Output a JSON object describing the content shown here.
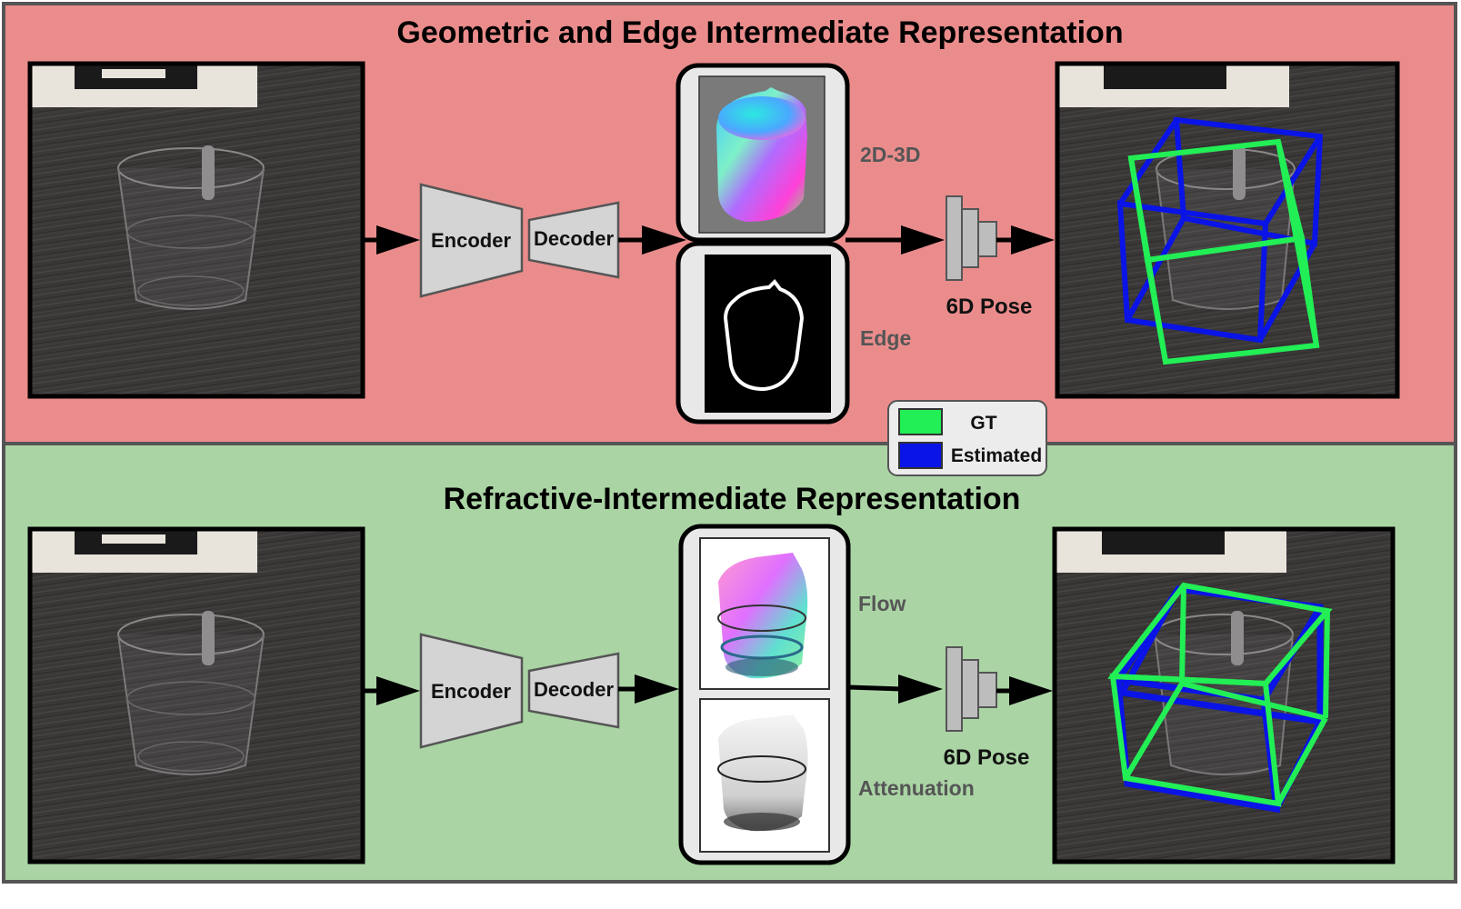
{
  "panels": {
    "top": {
      "title": "Geometric and Edge Intermediate Representation",
      "background": "#ea8c8c",
      "encoder_label": "Encoder",
      "decoder_label": "Decoder",
      "rep_labels": [
        "2D-3D",
        "Edge"
      ],
      "pose_label": "6D Pose"
    },
    "bottom": {
      "title": "Refractive-Intermediate Representation",
      "background": "#aad4a4",
      "encoder_label": "Encoder",
      "decoder_label": "Decoder",
      "rep_labels": [
        "Flow",
        "Attenuation"
      ],
      "pose_label": "6D Pose"
    }
  },
  "legend": {
    "items": [
      {
        "label": "GT",
        "color": "#22ee55"
      },
      {
        "label": "Estimated",
        "color": "#0a14e6"
      }
    ]
  },
  "colors": {
    "border": "#555555",
    "block_fill": "#d4d4d4",
    "photo_dark": "#3b3838",
    "gt_box": "#22ee55",
    "estimated_box": "#0a14e6"
  },
  "icons": [
    "arrow-icon",
    "glass-cup-image",
    "normal-map-image",
    "edge-map-image",
    "flow-map-image",
    "attenuation-map-image",
    "pose-regressor-icon"
  ]
}
